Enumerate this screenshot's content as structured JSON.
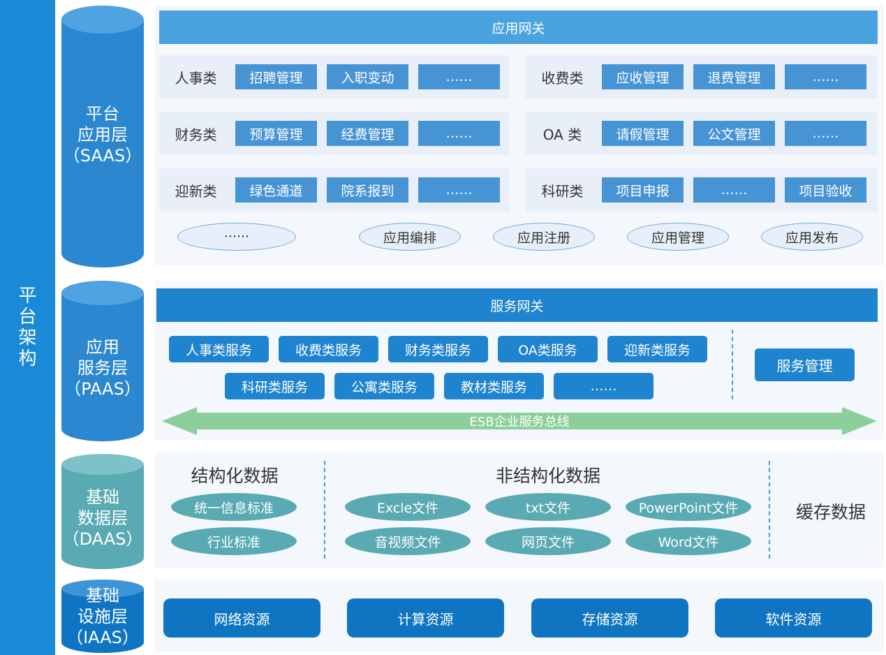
{
  "side_label": "平台架构",
  "layers": {
    "saas": [
      "平台",
      "应用层",
      "（SAAS）"
    ],
    "paas": [
      "应用",
      "服务层",
      "（PAAS）"
    ],
    "daas": [
      "基础",
      "数据层",
      "（DAAS）"
    ],
    "iaas": [
      "基础",
      "设施层",
      "（IAAS）"
    ]
  },
  "saas": {
    "gateway": "应用网关",
    "rows": [
      {
        "left": {
          "label": "人事类",
          "items": [
            "招聘管理",
            "入职变动",
            "……"
          ]
        },
        "right": {
          "label": "收费类",
          "items": [
            "应收管理",
            "退费管理",
            "……"
          ]
        }
      },
      {
        "left": {
          "label": "财务类",
          "items": [
            "预算管理",
            "经费管理",
            "……"
          ]
        },
        "right": {
          "label": "OA 类",
          "items": [
            "请假管理",
            "公文管理",
            "……"
          ]
        }
      },
      {
        "left": {
          "label": "迎新类",
          "items": [
            "绿色通道",
            "院系报到",
            "……"
          ]
        },
        "right": {
          "label": "科研类",
          "items": [
            "项目申报",
            "……",
            "项目验收"
          ]
        }
      }
    ],
    "ellipses": [
      "······",
      "应用编排",
      "应用注册",
      "应用管理",
      "应用发布"
    ]
  },
  "paas": {
    "gateway": "服务网关",
    "services_row1": [
      "人事类服务",
      "收费类服务",
      "财务类服务",
      "OA类服务",
      "迎新类服务"
    ],
    "services_row2": [
      "科研类服务",
      "公寓类服务",
      "教材类服务",
      "……"
    ],
    "management": "服务管理",
    "bus": "ESB企业服务总线"
  },
  "daas": {
    "structured_title": "结构化数据",
    "structured": [
      "统一信息标准",
      "行业标准"
    ],
    "unstructured_title": "非结构化数据",
    "unstructured": [
      "Excle文件",
      "txt文件",
      "PowerPoint文件",
      "音视频文件",
      "网页文件",
      "Word文件"
    ],
    "cache": "缓存数据"
  },
  "iaas": {
    "resources": [
      "网络资源",
      "计算资源",
      "存储资源",
      "软件资源"
    ]
  },
  "colors": {
    "side": "#1a8ad6",
    "saas_cyl": "#2a87d0",
    "paas_cyl": "#2a87d0",
    "daas_cyl": "#5aaab3",
    "iaas_cyl": "#0f75c2",
    "bus": "#8ccf9a"
  }
}
